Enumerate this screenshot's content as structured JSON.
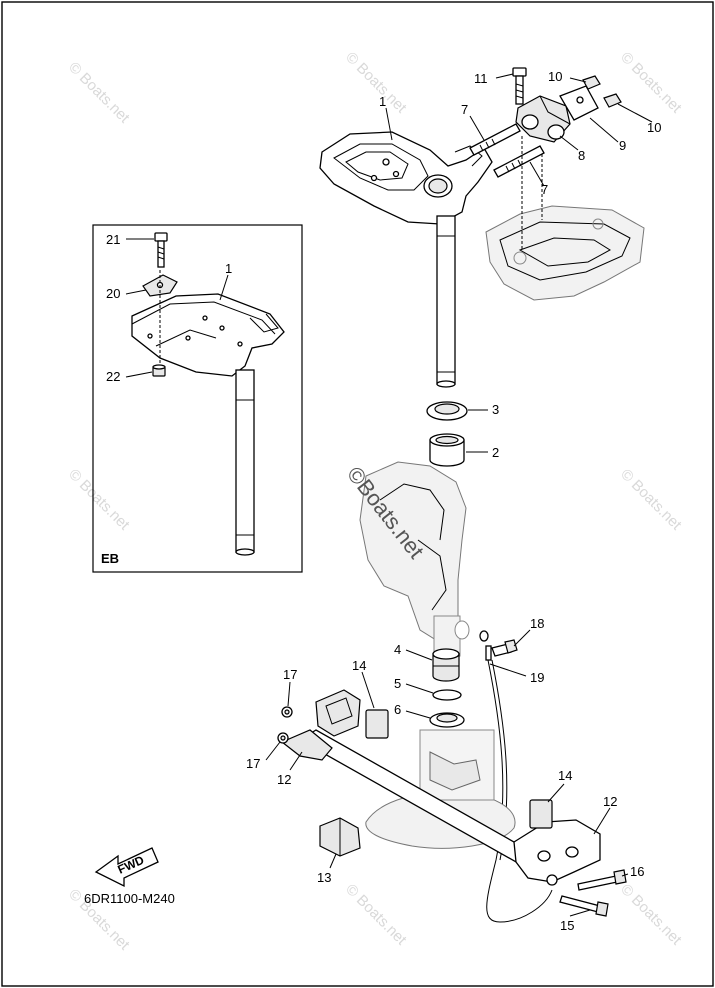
{
  "diagram": {
    "code": "6DR1100-M240",
    "inset_label": "EB",
    "fwd_label": "FWD",
    "center_watermark": "©Boats.net",
    "watermark": "© Boats.net",
    "callouts": {
      "c1": "1",
      "c1b": "1",
      "c2": "2",
      "c3": "3",
      "c4": "4",
      "c5": "5",
      "c6": "6",
      "c7a": "7",
      "c7b": "7",
      "c8": "8",
      "c9": "9",
      "c10a": "10",
      "c10b": "10",
      "c11": "11",
      "c12a": "12",
      "c12b": "12",
      "c13": "13",
      "c14a": "14",
      "c14b": "14",
      "c15": "15",
      "c16": "16",
      "c17a": "17",
      "c17b": "17",
      "c18": "18",
      "c19": "19",
      "c20": "20",
      "c21": "21",
      "c22": "22"
    }
  }
}
